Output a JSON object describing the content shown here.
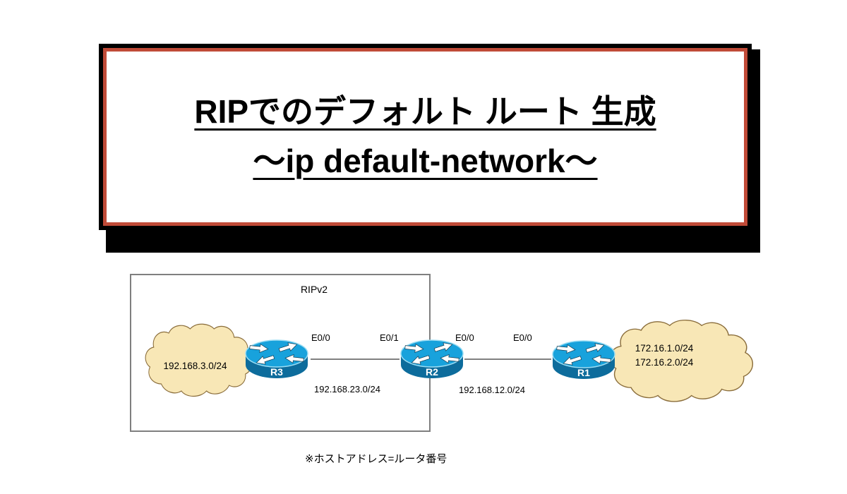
{
  "title": {
    "line1": "RIPでのデフォルト ルート 生成",
    "line2": "～ip default-network～"
  },
  "diagram": {
    "domain_label": "RIPv2",
    "clouds": [
      {
        "name": "left-stub-network",
        "label": "192.168.3.0/24"
      },
      {
        "name": "right-external-network",
        "labels": [
          "172.16.1.0/24",
          "172.16.2.0/24"
        ]
      }
    ],
    "routers": [
      {
        "name": "R3"
      },
      {
        "name": "R2"
      },
      {
        "name": "R1"
      }
    ],
    "interface_labels": {
      "r3_e00": "E0/0",
      "r2_e01": "E0/1",
      "r2_e00": "E0/0",
      "r1_e00": "E0/0"
    },
    "links": [
      {
        "network": "192.168.23.0/24"
      },
      {
        "network": "192.168.12.0/24"
      }
    ]
  },
  "note": "※ホストアドレス=ルータ番号",
  "colors": {
    "title_border_outer": "#000000",
    "title_border_inner": "#c04b38",
    "router_top": "#18a2dc",
    "router_body": "#0d6c9c",
    "cloud_fill": "#f8e7b6",
    "cloud_stroke": "#8a6d3b",
    "line_gray": "#808080"
  }
}
